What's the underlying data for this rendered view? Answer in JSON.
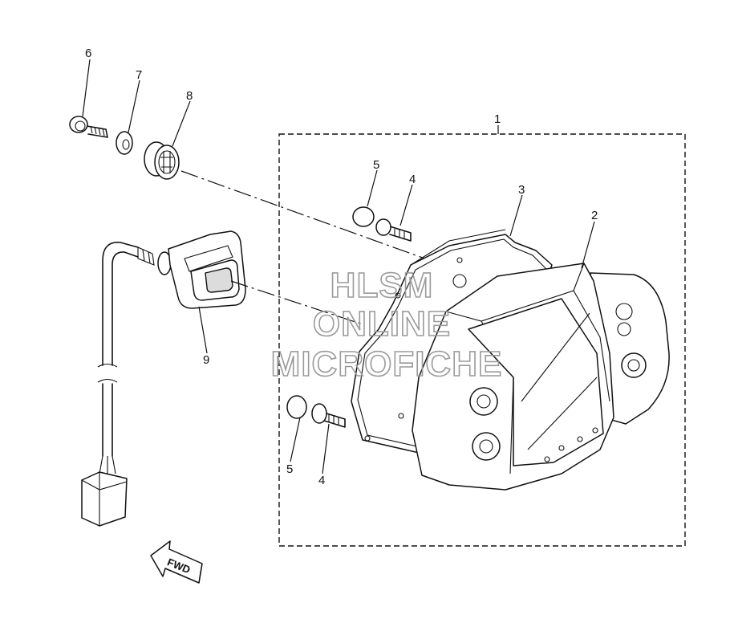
{
  "callouts": {
    "c1": "1",
    "c2": "2",
    "c3": "3",
    "c4a": "4",
    "c4b": "4",
    "c5a": "5",
    "c5b": "5",
    "c6": "6",
    "c7": "7",
    "c8": "8",
    "c9": "9"
  },
  "direction_arrow": {
    "label": "FWD"
  },
  "watermark": {
    "line1": "HLSM",
    "line2": "ONLINE",
    "line3": "MICROFICHE"
  }
}
